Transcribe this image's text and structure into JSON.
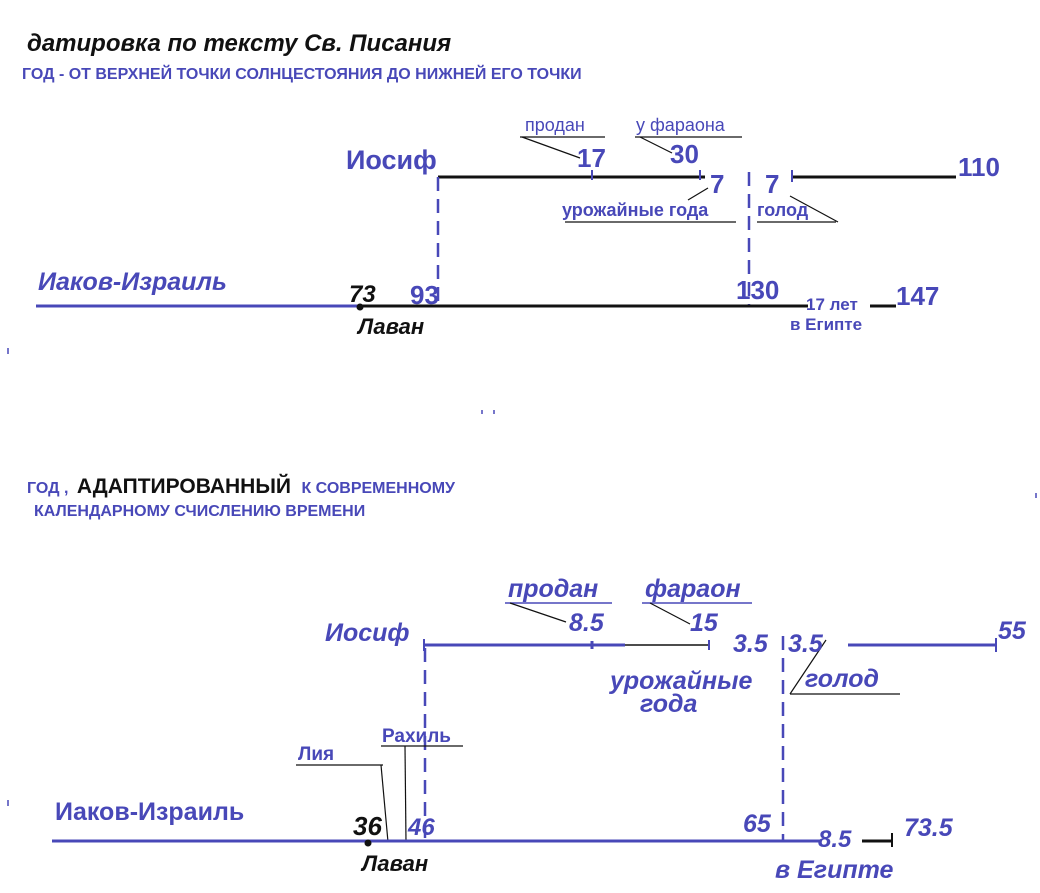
{
  "colors": {
    "accent": "#4848b8",
    "ink": "#111111"
  },
  "top": {
    "title": "датировка по тексту Св. Писания",
    "subtitle": "ГОД - ОТ ВЕРХНЕЙ ТОЧКИ СОЛНЦЕСТОЯНИЯ ДО НИЖНЕЙ ЕГО ТОЧКИ",
    "joseph": "Иосиф",
    "sold_label": "продан",
    "sold_age": "17",
    "pharaoh_label": "у фараона",
    "pharaoh_age": "30",
    "harvest_num": "7",
    "famine_num": "7",
    "harvest_label": "урожайные года",
    "famine_label": "голод",
    "joseph_end": "110",
    "jacob": "Иаков-Израиль",
    "laban_age": "73",
    "joseph_birth_age": "93",
    "egypt_age": "130",
    "years_in_egypt": "17 лет",
    "in_egypt": "в Египте",
    "jacob_end": "147",
    "laban": "Лаван"
  },
  "bottom": {
    "heading_prefix": "ГОД ,",
    "heading_bold": "АДАПТИРОВАННЫЙ",
    "heading_rest": "К СОВРЕМЕННОМУ",
    "heading_line2": "КАЛЕНДАРНОМУ СЧИСЛЕНИЮ ВРЕМЕНИ",
    "sold_label": "продан",
    "sold_age": "8.5",
    "pharaoh_label": "фараон",
    "pharaoh_age": "15",
    "joseph": "Иосиф",
    "harvest_num": "3.5",
    "famine_num": "3.5",
    "joseph_end": "55",
    "harvest_label_1": "урожайные",
    "harvest_label_2": "года",
    "famine_label": "голод",
    "leah": "Лия",
    "rachel": "Рахиль",
    "jacob": "Иаков-Израиль",
    "laban_age": "36",
    "joseph_birth_age": "46",
    "egypt_age": "65",
    "years_in_egypt": "8.5",
    "jacob_end": "73.5",
    "laban": "Лаван",
    "in_egypt": "в Египте"
  }
}
